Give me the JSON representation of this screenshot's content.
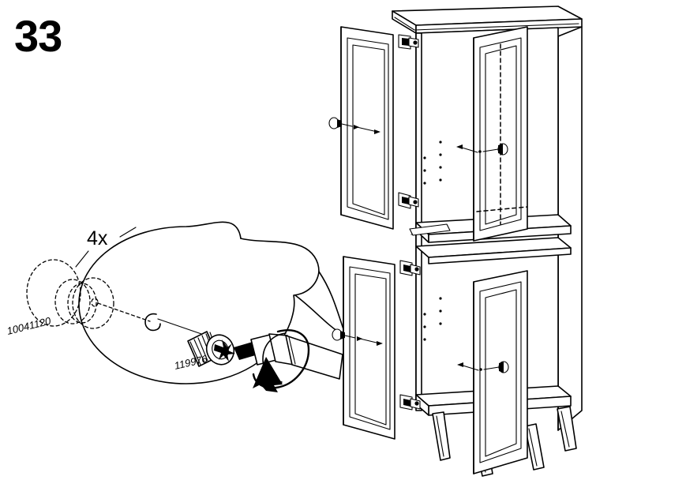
{
  "sheet": {
    "step_number": "33",
    "type": "assembly-instruction",
    "background_color": "#ffffff",
    "line_color": "#000000"
  },
  "callout": {
    "quantity_label": "4x",
    "parts": [
      {
        "id": "knob",
        "part_number": "10041120",
        "style": "dashed-ghost",
        "description": "round knob"
      },
      {
        "id": "screw",
        "part_number": "119976",
        "style": "solid",
        "description": "pan head phillips screw"
      }
    ],
    "tool": {
      "name": "screwdriver",
      "rotation": "clockwise"
    }
  },
  "furniture": {
    "name": "tall glass door cabinet",
    "doors": [
      {
        "id": "upper-left",
        "state": "open",
        "knob": true
      },
      {
        "id": "upper-right",
        "state": "open",
        "knob": true
      },
      {
        "id": "lower-left",
        "state": "open",
        "knob": true
      },
      {
        "id": "lower-right",
        "state": "open",
        "knob": true
      }
    ],
    "legs": 4,
    "shelves": 1
  }
}
